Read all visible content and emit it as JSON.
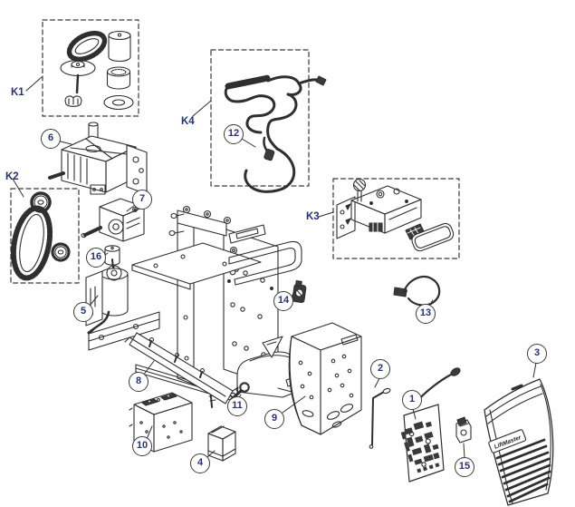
{
  "diagram": {
    "background": "#ffffff",
    "line_color": "#2f2f2f",
    "label_color": "#25317e"
  },
  "cover": {
    "logo_text": "LiftMaster"
  },
  "kits": [
    {
      "label": "K1"
    },
    {
      "label": "K2"
    },
    {
      "label": "K3"
    },
    {
      "label": "K4"
    }
  ],
  "callouts": [
    {
      "label": "1"
    },
    {
      "label": "2"
    },
    {
      "label": "3"
    },
    {
      "label": "4"
    },
    {
      "label": "5"
    },
    {
      "label": "6"
    },
    {
      "label": "7"
    },
    {
      "label": "8"
    },
    {
      "label": "9"
    },
    {
      "label": "10"
    },
    {
      "label": "11"
    },
    {
      "label": "12"
    },
    {
      "label": "13"
    },
    {
      "label": "14"
    },
    {
      "label": "15"
    },
    {
      "label": "16"
    }
  ]
}
